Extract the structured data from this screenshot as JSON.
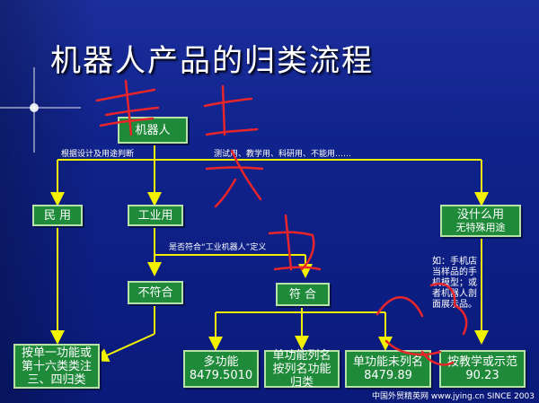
{
  "title": "机器人产品的归类流程",
  "nodes": {
    "root": "机器人",
    "civil": "民 用",
    "industrial": "工业用",
    "no_use": "没什么用",
    "no_use_sub": "无特殊用途",
    "not_conform": "不符合",
    "conform": "符 合",
    "by_function": [
      "按单一功能或",
      "第十六类类注",
      "三、四归类"
    ],
    "multi_function": [
      "多功能",
      "8479.5010"
    ],
    "single_listed": [
      "单功能列名",
      "按列名功能",
      "归类"
    ],
    "single_unlisted": [
      "单功能未列名",
      "8479.89"
    ],
    "teaching": [
      "按教学或示范",
      "90.23"
    ]
  },
  "notes": {
    "design_use": "根据设计及用途判断",
    "usages": "测试用、教学用、科研用、不能用……",
    "definition": "是否符合“工业机器人”定义",
    "example": "如：手机店当样品的手机模型；或者机器人剖面展示品。"
  },
  "footer": "中国外贸精英网 www.jying.cn SINCE 2003",
  "colors": {
    "background": "#10238c",
    "box_fill": "#1f8a3a",
    "box_border": "#b7e3a8",
    "arrow": "#f2f200",
    "annotation_ink": "#e8252b"
  }
}
